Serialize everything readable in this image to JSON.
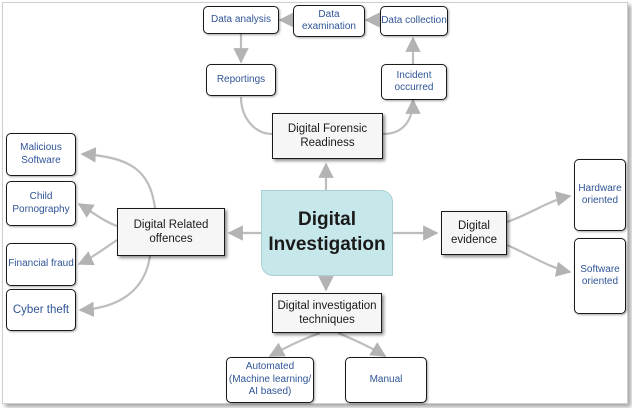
{
  "center": {
    "label": "Digital\nInvestigation"
  },
  "nodes": {
    "data_analysis": "Data analysis",
    "data_examination": "Data\nexamination",
    "data_collection": "Data collection",
    "reportings": "Reportings",
    "incident_occurred": "Incident\noccurred",
    "forensic_readiness": "Digital Forensic\nReadiness",
    "malicious_software": "Malicious\nSoftware",
    "child_pornography": "Child\nPornography",
    "financial_fraud": "Financial fraud",
    "cyber_theft": "Cyber theft",
    "digital_related_offences": "Digital Related\noffences",
    "digital_evidence": "Digital\nevidence",
    "hardware_oriented": "Hardware\noriented",
    "software_oriented": "Software\noriented",
    "investigation_techniques": "Digital investigation\ntechniques",
    "automated": "Automated\n(Machine learning/\nAI based)",
    "manual": "Manual"
  },
  "colors": {
    "center_fill": "#c7e8ea",
    "leaf_text": "#2f5596",
    "connector": "#bdbdbd"
  }
}
